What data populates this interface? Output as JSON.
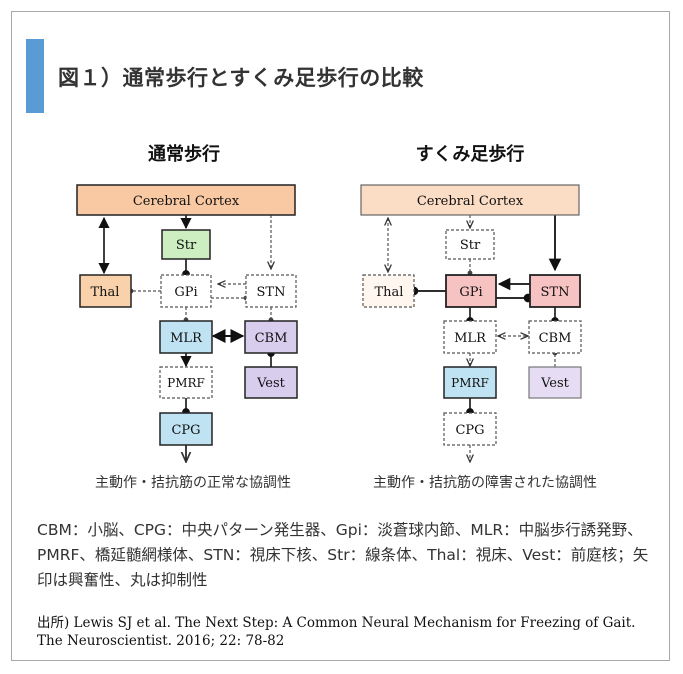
{
  "title": "図１）通常歩行とすくみ足歩行の比較",
  "left": {
    "heading": "通常歩行",
    "nodes": {
      "cortex": "Cerebral Cortex",
      "str": "Str",
      "gpi": "GPi",
      "stn": "STN",
      "thal": "Thal",
      "mlr": "MLR",
      "cbm": "CBM",
      "pmrf": "PMRF",
      "vest": "Vest",
      "cpg": "CPG"
    },
    "caption": "主動作・拮抗筋の正常な協調性"
  },
  "right": {
    "heading": "すくみ足歩行",
    "nodes": {
      "cortex": "Cerebral Cortex",
      "str": "Str",
      "gpi": "GPi",
      "stn": "STN",
      "thal": "Thal",
      "mlr": "MLR",
      "cbm": "CBM",
      "pmrf": "PMRF",
      "vest": "Vest",
      "cpg": "CPG"
    },
    "caption": "主動作・拮抗筋の障害された協調性"
  },
  "legend": "CBM：小脳、CPG：中央パターン発生器、Gpi：淡蒼球内節、MLR：中脳歩行誘発野、PMRF、橋延髄網様体、STN：視床下核、Str：線条体、Thal：視床、Vest：前庭核；矢印は興奮性、丸は抑制性",
  "source": "出所) Lewis SJ et al. The Next Step: A Common Neural Mechanism for Freezing of Gait. The Neuroscientist. 2016; 22: 78-82",
  "colors": {
    "accent": "#5b9bd5",
    "cortex_fill": "#f9c9a3",
    "cortex_fill_light": "#fbdcc4",
    "str_fill": "#cdeec0",
    "thal_fill": "#f9d2ab",
    "mlr_fill": "#bfe3f2",
    "cbm_fill": "#d9cdee",
    "red_fill": "#f7c2c2"
  }
}
